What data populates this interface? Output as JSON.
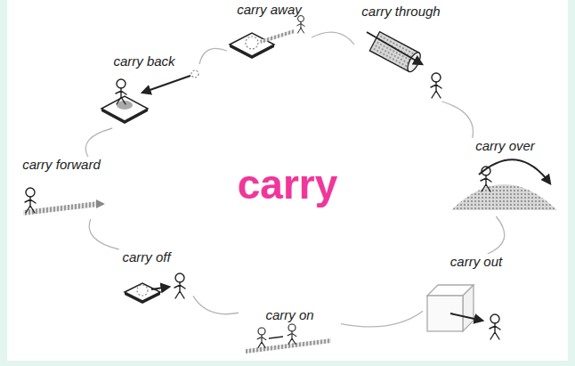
{
  "diagram": {
    "title": "carry",
    "nodes": [
      {
        "text": [
          "carry away"
        ]
      },
      {
        "text": [
          "carry through"
        ]
      },
      {
        "text": [
          "carry over"
        ]
      },
      {
        "text": [
          "carry out"
        ]
      },
      {
        "text": [
          "carry on"
        ]
      },
      {
        "text": [
          "carry off"
        ]
      },
      {
        "text": [
          "carry forward"
        ]
      },
      {
        "text": [
          "carry back"
        ]
      }
    ],
    "edges": [
      {
        "from": 0,
        "to": 1,
        "arrow": "none"
      },
      {
        "from": 1,
        "to": 2,
        "arrow": "none"
      },
      {
        "from": 2,
        "to": 3,
        "arrow": "none"
      },
      {
        "from": 3,
        "to": 4,
        "arrow": "none"
      },
      {
        "from": 4,
        "to": 5,
        "arrow": "none"
      },
      {
        "from": 5,
        "to": 6,
        "arrow": "none"
      },
      {
        "from": 6,
        "to": 7,
        "arrow": "none"
      },
      {
        "from": 7,
        "to": 0,
        "arrow": "none"
      }
    ]
  }
}
